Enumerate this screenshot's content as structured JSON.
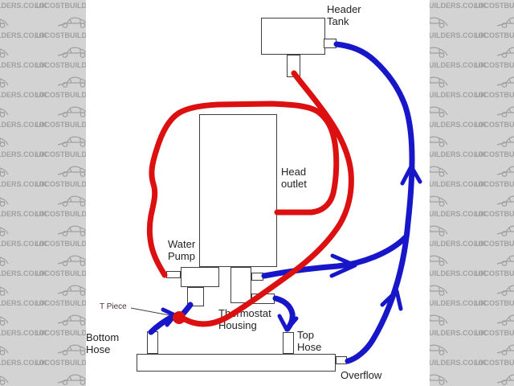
{
  "watermark": {
    "text": "LOCOSTBUILDERS.CO.UK",
    "car_icon": "car-sketch-icon"
  },
  "labels": {
    "header_tank": "Header\nTank",
    "head_outlet": "Head\noutlet",
    "water_pump": "Water\nPump",
    "thermostat_housing": "Thermostat\nHousing",
    "t_piece": "T Piece",
    "bottom_hose": "Bottom\nHose",
    "top_hose": "Top\nHose",
    "overflow": "Overflow"
  },
  "colors": {
    "page_bg": "#d3d3d3",
    "canvas_bg": "#ffffff",
    "watermark_fg": "#a0a0a0",
    "hot_hose": "#dc1010",
    "cold_hose": "#1717c9",
    "box_border": "#3f3f3f",
    "label_color": "#222222",
    "t_piece_color": "#473434",
    "pointer_color": "#444444"
  }
}
